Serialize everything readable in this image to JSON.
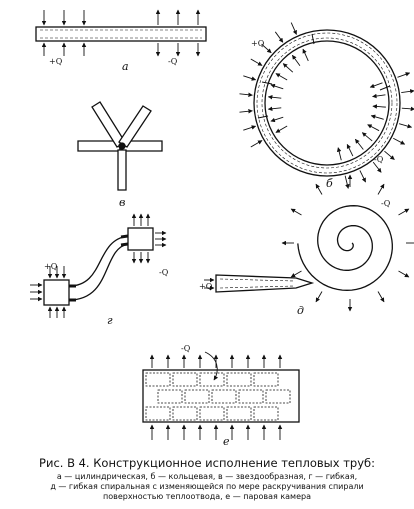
{
  "parts": {
    "a": {
      "label": "а",
      "plus_q": "+Q",
      "minus_q": "-Q"
    },
    "b": {
      "label": "б",
      "plus_q": "+Q",
      "minus_q": "-Q"
    },
    "v": {
      "label": "в"
    },
    "g": {
      "label": "г",
      "plus_q": "+Q",
      "minus_q": "-Q"
    },
    "d": {
      "label": "д",
      "plus_q": "+Q",
      "minus_q": "-Q"
    },
    "e": {
      "label": "е",
      "minus_q": "-Q"
    }
  },
  "caption": {
    "title": "Рис. В 4. Конструкционное исполнение тепловых труб:",
    "legend_lines": [
      "а — цилиндрическая, б — кольцевая, в — звездообразная, г — гибкая,",
      "д — гибкая спиральная с изменяющейся по мере раскручивания спирали",
      "поверхностью теплоотвода, е — паровая камера"
    ]
  },
  "colors": {
    "ink": "#111111",
    "background": "#ffffff"
  }
}
